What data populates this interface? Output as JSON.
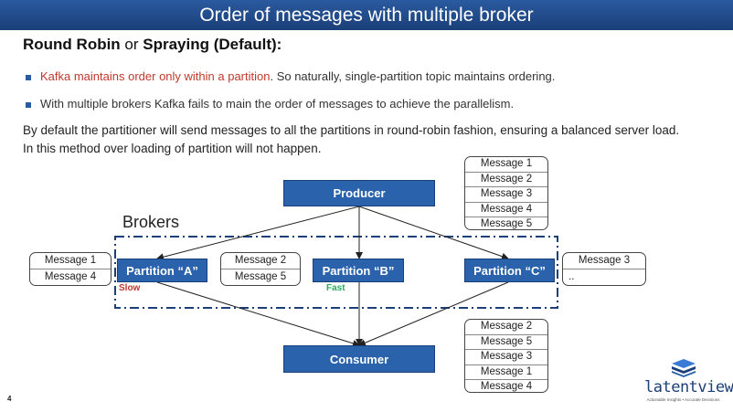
{
  "title": "Order of messages with multiple broker",
  "subtitle": {
    "part1": "Round Robin ",
    "part2": "or ",
    "part3": "Spraying (Default):"
  },
  "bullets": [
    {
      "red": "Kafka maintains order only within a partition",
      "rest": ". So naturally, single-partition topic maintains ordering."
    },
    {
      "red": "",
      "rest": "With multiple brokers Kafka fails to main the order of messages to achieve the parallelism."
    }
  ],
  "paragraph": {
    "line1": "By default the partitioner will send messages to all the partitions in round-robin fashion, ensuring a balanced server load.",
    "line2": "In this method over loading of partition will not happen."
  },
  "producer": "Producer",
  "consumer": "Consumer",
  "brokers_label": "Brokers",
  "partitions": [
    "Partition “A”",
    "Partition “B”",
    "Partition “C”"
  ],
  "labels": {
    "slow": "Slow",
    "fast": "Fast"
  },
  "colors": {
    "slow": "#c0392b",
    "fast": "#27ae60",
    "accent": "#2a62ab"
  },
  "producer_queue": [
    "Message 1",
    "Message 2",
    "Message 3",
    "Message 4",
    "Message 5"
  ],
  "partition_a_queue": [
    "Message 1",
    "Message 4"
  ],
  "partition_b_queue": [
    "Message 2",
    "Message 5"
  ],
  "partition_c_queue": [
    "Message 3",
    ".."
  ],
  "consumer_queue": [
    "Message 2",
    "Message 5",
    "Message 3",
    "Message 1",
    "Message 4"
  ],
  "page_number": "4",
  "logo": {
    "wordmark": "latentview",
    "tagline": "Actionable Insights • Accurate Decisions",
    "icon": "layered-cube-logo"
  }
}
